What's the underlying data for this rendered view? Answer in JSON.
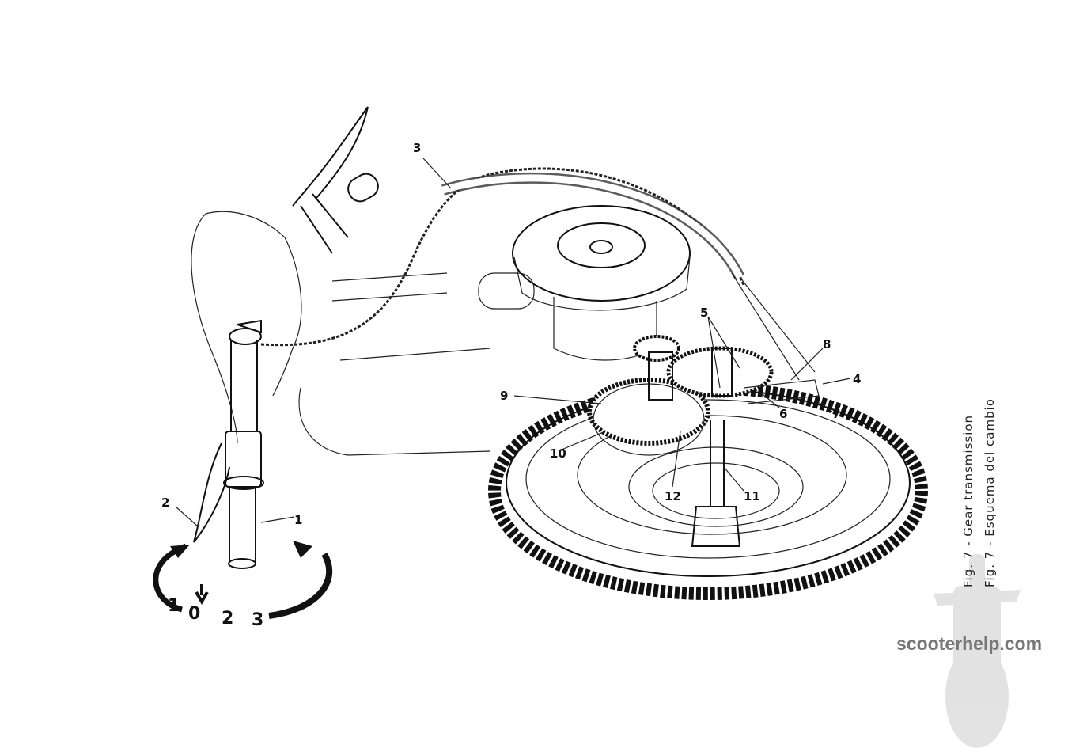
{
  "figure": {
    "caption_en": "Fig. 7 - Gear transmission",
    "caption_es": "Fig. 7 - Esquema del cambio"
  },
  "callouts": [
    "1",
    "2",
    "3",
    "4",
    "5",
    "6",
    "7",
    "8",
    "9",
    "10",
    "11",
    "12"
  ],
  "gear_dial": [
    "1",
    "0",
    "2",
    "3"
  ],
  "watermark": "scooterhelp.com"
}
